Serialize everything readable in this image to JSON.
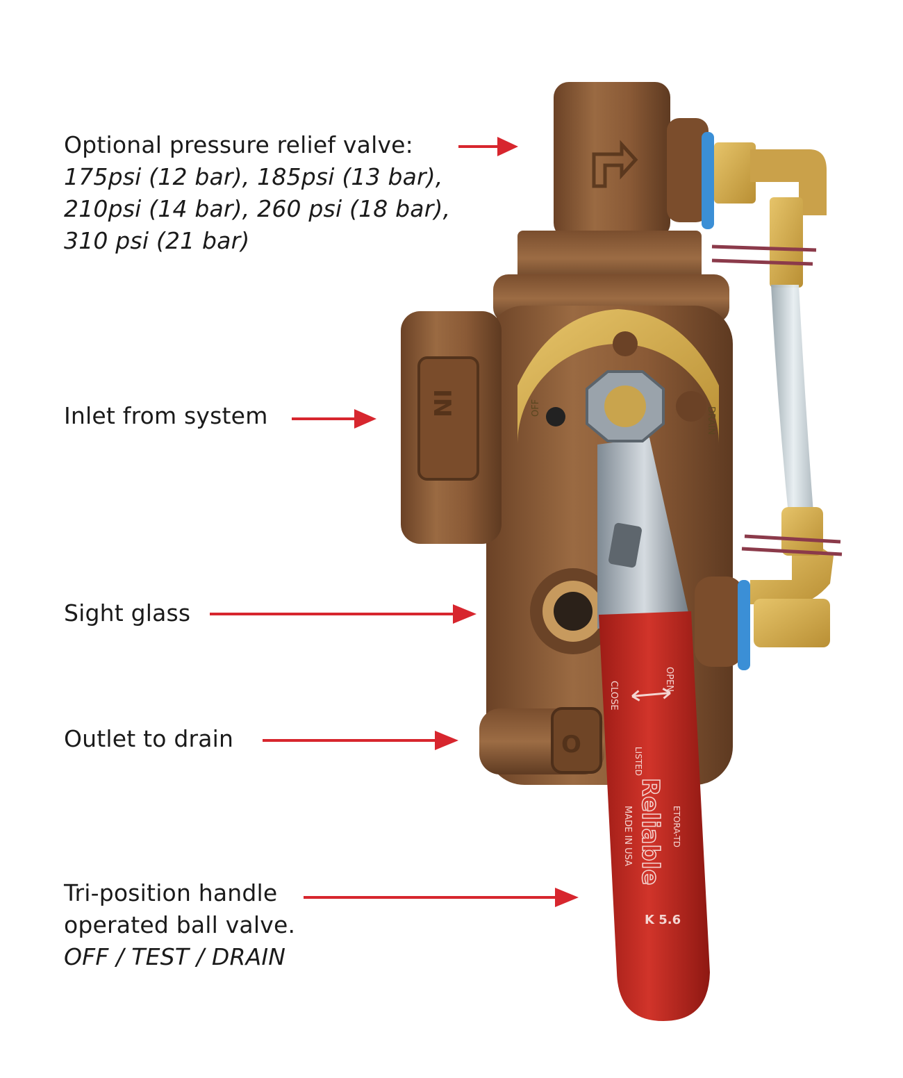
{
  "colors": {
    "arrow": "#d7262e",
    "text": "#1a1a1a",
    "bronze": "#8a5a36",
    "brass_plate": "#d9b457",
    "handle_red": "#c4271f",
    "fitting_blue": "#3b8fd6"
  },
  "callouts": {
    "relief_valve": {
      "title": "Optional pressure relief valve:",
      "lines": [
        "175psi (12 bar), 185psi (13 bar),",
        "210psi (14 bar), 260 psi (18 bar),",
        "310 psi (21 bar)"
      ]
    },
    "inlet": {
      "title": "Inlet from system"
    },
    "sight_glass": {
      "title": "Sight glass"
    },
    "outlet": {
      "title": "Outlet to drain"
    },
    "handle": {
      "title_lines": [
        "Tri-position handle",
        "operated ball valve."
      ],
      "modes": "OFF / TEST / DRAIN"
    }
  },
  "product_markings": {
    "inlet_cast": "IN",
    "outlet_cast": "O",
    "plate_off": "OFF",
    "plate_drain": "DRAIN",
    "handle_close": "CLOSE",
    "handle_open": "OPEN",
    "handle_brand": "Reliable",
    "handle_made": "MADE IN USA",
    "handle_k": "K 5.6",
    "handle_model": "ETORA-TD",
    "handle_listed": "LISTED"
  }
}
